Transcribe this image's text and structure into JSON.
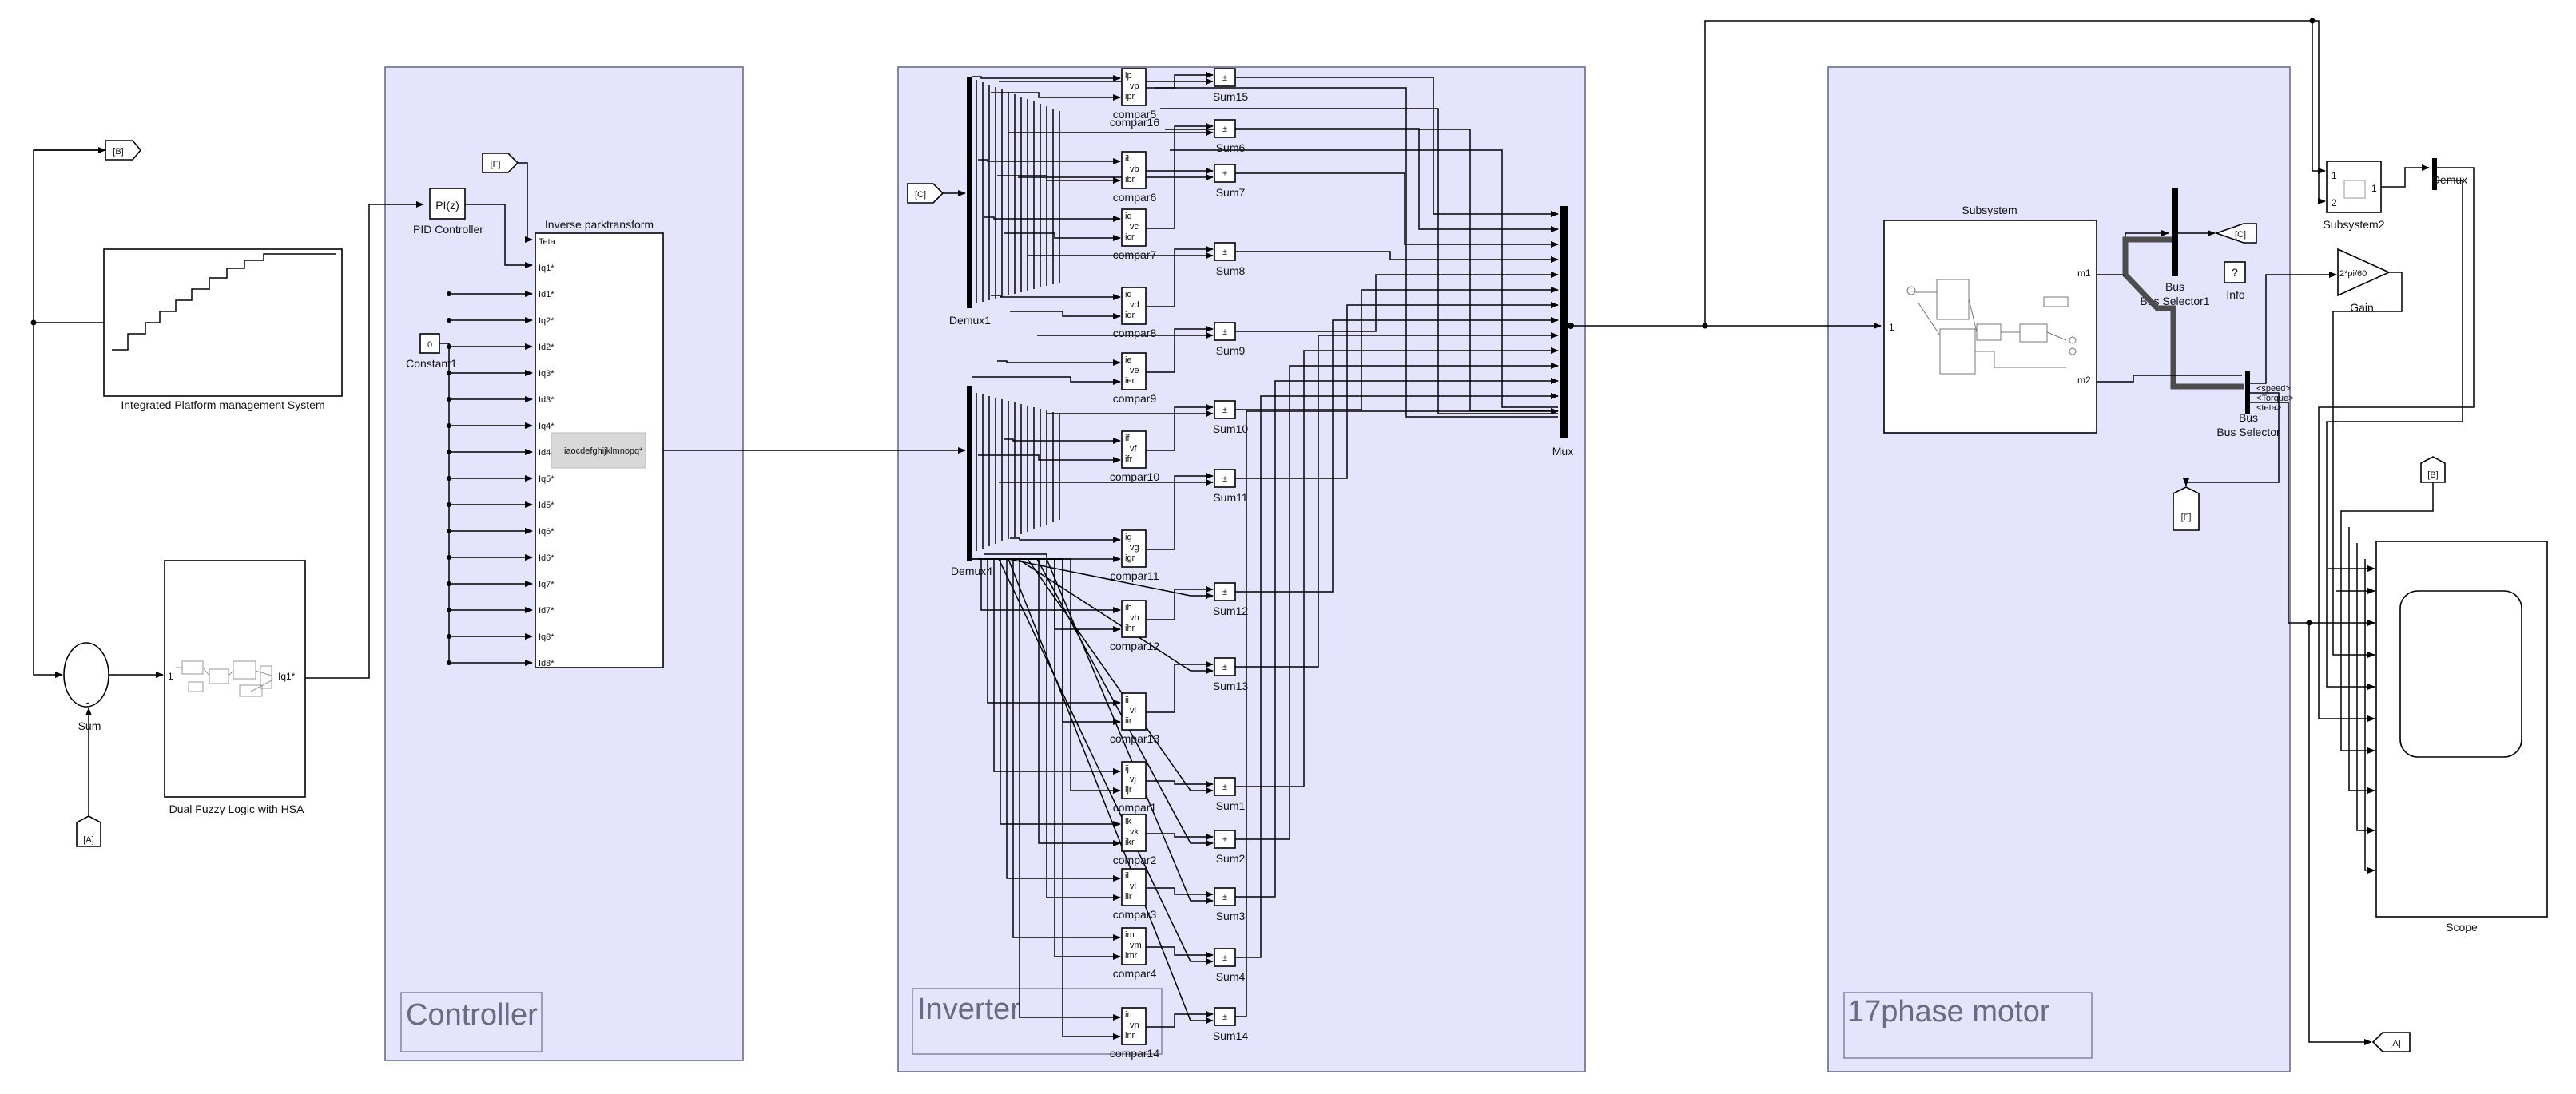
{
  "areas": {
    "controller": "Controller",
    "inverter": "Inverter",
    "motor": "17phase motor"
  },
  "blocks": {
    "integrated_platform": "Integrated Platform management System",
    "dual_fuzzy": "Dual Fuzzy Logic with HSA",
    "dual_fuzzy_out_port": "Iq1*",
    "dual_fuzzy_in_port": "1",
    "sum": "Sum",
    "sum_minus": "-",
    "pid_controller": "PID Controller",
    "pid_text": "PI(z)",
    "constant": "Constant1",
    "constant_value": "0",
    "inverse_park": "Inverse parktransform",
    "inverse_park_ports": [
      "Teta",
      "Iq1*",
      "Id1*",
      "Iq2*",
      "Id2*",
      "Iq3*",
      "Id3*",
      "Iq4*",
      "Id4*",
      "Iq5*",
      "Id5*",
      "Iq6*",
      "Id6*",
      "Iq7*",
      "Id7*",
      "Iq8*",
      "Id8*"
    ],
    "inverse_park_out": "iaocdefghijklmnopq*",
    "demux1": "Demux1",
    "demux4": "Demux4",
    "mux": "Mux",
    "subsystem": "Subsystem",
    "subsystem_in": "1",
    "subsystem_out1": "m1",
    "subsystem_out2": "m2",
    "bus_selector1": "Bus Selector1",
    "bus_selector": "Bus Selector",
    "bus_selector_signals": [
      "<speed>",
      "<Torque>",
      "<teta>"
    ],
    "subsystem2": "Subsystem2",
    "subsystem2_ports": [
      "1",
      "2",
      "1"
    ],
    "demux": "Demux",
    "info": "Info",
    "info_symbol": "?",
    "gain": "Gain",
    "gain_value": "2*pi/60",
    "scope": "Scope"
  },
  "tags": {
    "B": "[B]",
    "A": "[A]",
    "F": "[F]",
    "C": "[C]"
  },
  "comparators": [
    {
      "label": "compar5",
      "ports": [
        "ip",
        "vp",
        "ipr"
      ]
    },
    {
      "label": "compar6",
      "ports": [
        "ib",
        "vb",
        "ibr"
      ]
    },
    {
      "label": "compar7",
      "ports": [
        "ic",
        "vc",
        "icr"
      ]
    },
    {
      "label": "compar8",
      "ports": [
        "id",
        "vd",
        "idr"
      ]
    },
    {
      "label": "compar9",
      "ports": [
        "ie",
        "ve",
        "ier"
      ]
    },
    {
      "label": "compar10",
      "ports": [
        "if",
        "vf",
        "ifr"
      ]
    },
    {
      "label": "compar11",
      "ports": [
        "ig",
        "vg",
        "igr"
      ]
    },
    {
      "label": "compar12",
      "ports": [
        "ih",
        "vh",
        "ihr"
      ]
    },
    {
      "label": "compar13",
      "ports": [
        "ii",
        "vi",
        "iir"
      ]
    },
    {
      "label": "compar1",
      "ports": [
        "ij",
        "vj",
        "ijr"
      ]
    },
    {
      "label": "compar2",
      "ports": [
        "ik",
        "vk",
        "ikr"
      ]
    },
    {
      "label": "compar3",
      "ports": [
        "il",
        "vl",
        "ilr"
      ]
    },
    {
      "label": "compar4",
      "ports": [
        "im",
        "vm",
        "imr"
      ]
    },
    {
      "label": "compar14",
      "ports": [
        "in",
        "vn",
        "inr"
      ]
    }
  ],
  "compar16_label": "compar16",
  "sums": [
    "Sum15",
    "Sum6",
    "Sum7",
    "Sum8",
    "Sum9",
    "Sum10",
    "Sum11",
    "Sum12",
    "Sum13",
    "Sum1",
    "Sum2",
    "Sum3",
    "Sum4",
    "Sum14"
  ],
  "sum_sign": "±"
}
